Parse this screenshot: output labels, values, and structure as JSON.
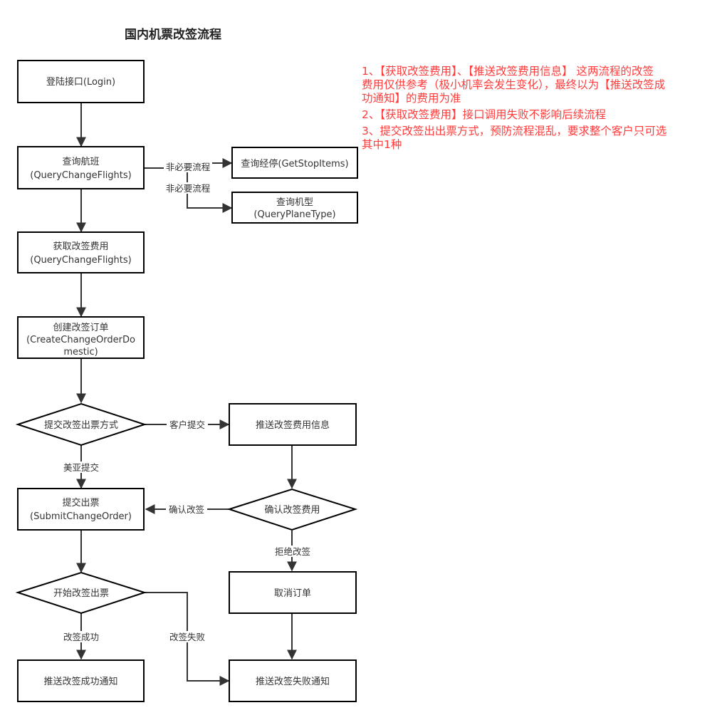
{
  "title": "国内机票改签流程",
  "notes": [
    "1、【获取改签费用】、【推送改签费用信息】 这两流程的改签",
    "费用仅供参考（极小机率会发生变化），最终以为【推送改签成",
    "功通知】的费用为准",
    "2、【获取改签费用】接口调用失败不影响后续流程",
    "3、提交改签出出票方式，预防流程混乱，要求整个客户只可选",
    "其中1种"
  ],
  "colors": {
    "note": "#ff3b3b",
    "line": "#333333",
    "border": "#000000"
  },
  "nodes": {
    "login": [
      "登陆接口(Login)"
    ],
    "query_flights": [
      "查询航班",
      "(QueryChangeFlights)"
    ],
    "get_stop_items": [
      "查询经停(GetStopItems)"
    ],
    "query_plane_type": [
      "查询机型",
      "(QueryPlaneType)"
    ],
    "get_change_fee": [
      "获取改签费用",
      "(QueryChangeFlights)"
    ],
    "create_order": [
      "创建改签订单",
      "(CreateChangeOrderDo",
      "mestic)"
    ],
    "submit_method": [
      "提交改签出票方式"
    ],
    "push_fee_info": [
      "推送改签费用信息"
    ],
    "submit_ticket": [
      "提交出票",
      "(SubmitChangeOrder)"
    ],
    "confirm_fee": [
      "确认改签费用"
    ],
    "start_ticketing": [
      "开始改签出票"
    ],
    "cancel_order": [
      "取消订单"
    ],
    "push_success": [
      "推送改签成功通知"
    ],
    "push_fail": [
      "推送改签失败通知"
    ]
  },
  "edge_labels": {
    "optional_1": "非必要流程",
    "optional_2": "非必要流程",
    "customer_submit": "客户提交",
    "meiya_submit": "美亚提交",
    "confirm_change": "确认改签",
    "reject_change": "拒绝改签",
    "change_success": "改签成功",
    "change_fail": "改签失败"
  }
}
